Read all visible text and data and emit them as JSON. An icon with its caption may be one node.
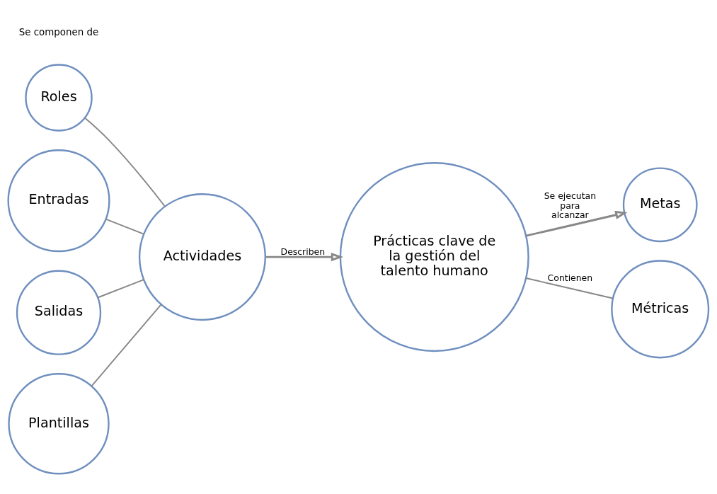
{
  "diagram": {
    "nodes": [
      {
        "text": [
          "Roles"
        ]
      },
      {
        "text": [
          "Entradas"
        ]
      },
      {
        "text": [
          "Actividades"
        ]
      },
      {
        "text": [
          "Salidas"
        ]
      },
      {
        "text": [
          "Plantillas"
        ]
      },
      {
        "text": [
          "Prácticas clave de la gestión del talento humano"
        ]
      },
      {
        "text": [
          "Metas"
        ]
      },
      {
        "text": [
          "Métricas"
        ]
      }
    ],
    "edges": [
      {
        "from": 0,
        "to": 2,
        "arrow": "none"
      },
      {
        "from": 1,
        "to": 2,
        "arrow": "none"
      },
      {
        "from": 3,
        "to": 2,
        "arrow": "none"
      },
      {
        "from": 4,
        "to": 2,
        "arrow": "none"
      },
      {
        "from": 2,
        "to": 5,
        "arrow": "to",
        "label": "Describen"
      },
      {
        "from": 5,
        "to": 6,
        "arrow": "to",
        "label": "Se ejecutan para alcanzar"
      },
      {
        "from": 5,
        "to": 7,
        "arrow": "none",
        "label": "Contienen"
      }
    ],
    "labels": [
      "Se componen de"
    ]
  }
}
